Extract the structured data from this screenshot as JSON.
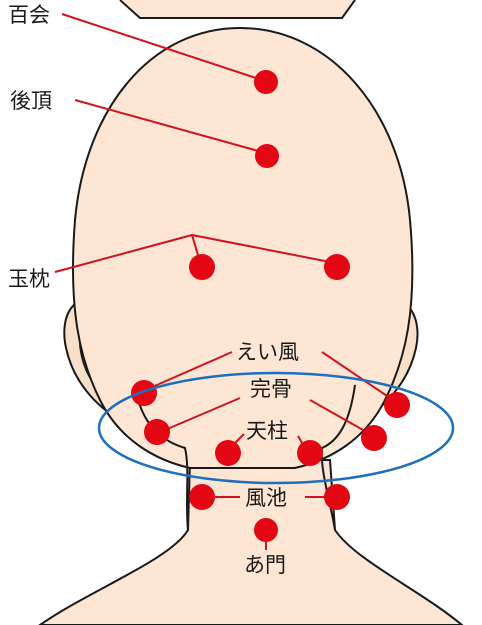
{
  "labels": {
    "top_clipped": "百会",
    "kocho": "後頂",
    "gyokuchin": "玉枕",
    "eifu": "えい風",
    "kankotsu": "完骨",
    "tenchu": "天柱",
    "fuchi": "風池",
    "amon": "あ門"
  },
  "colors": {
    "skin": "#fde6d4",
    "ear": "#f8dfc9",
    "point": "#e30613",
    "leader": "#d0141e",
    "highlight_ellipse": "#1f6fc0",
    "outline": "#1a1a1a"
  }
}
